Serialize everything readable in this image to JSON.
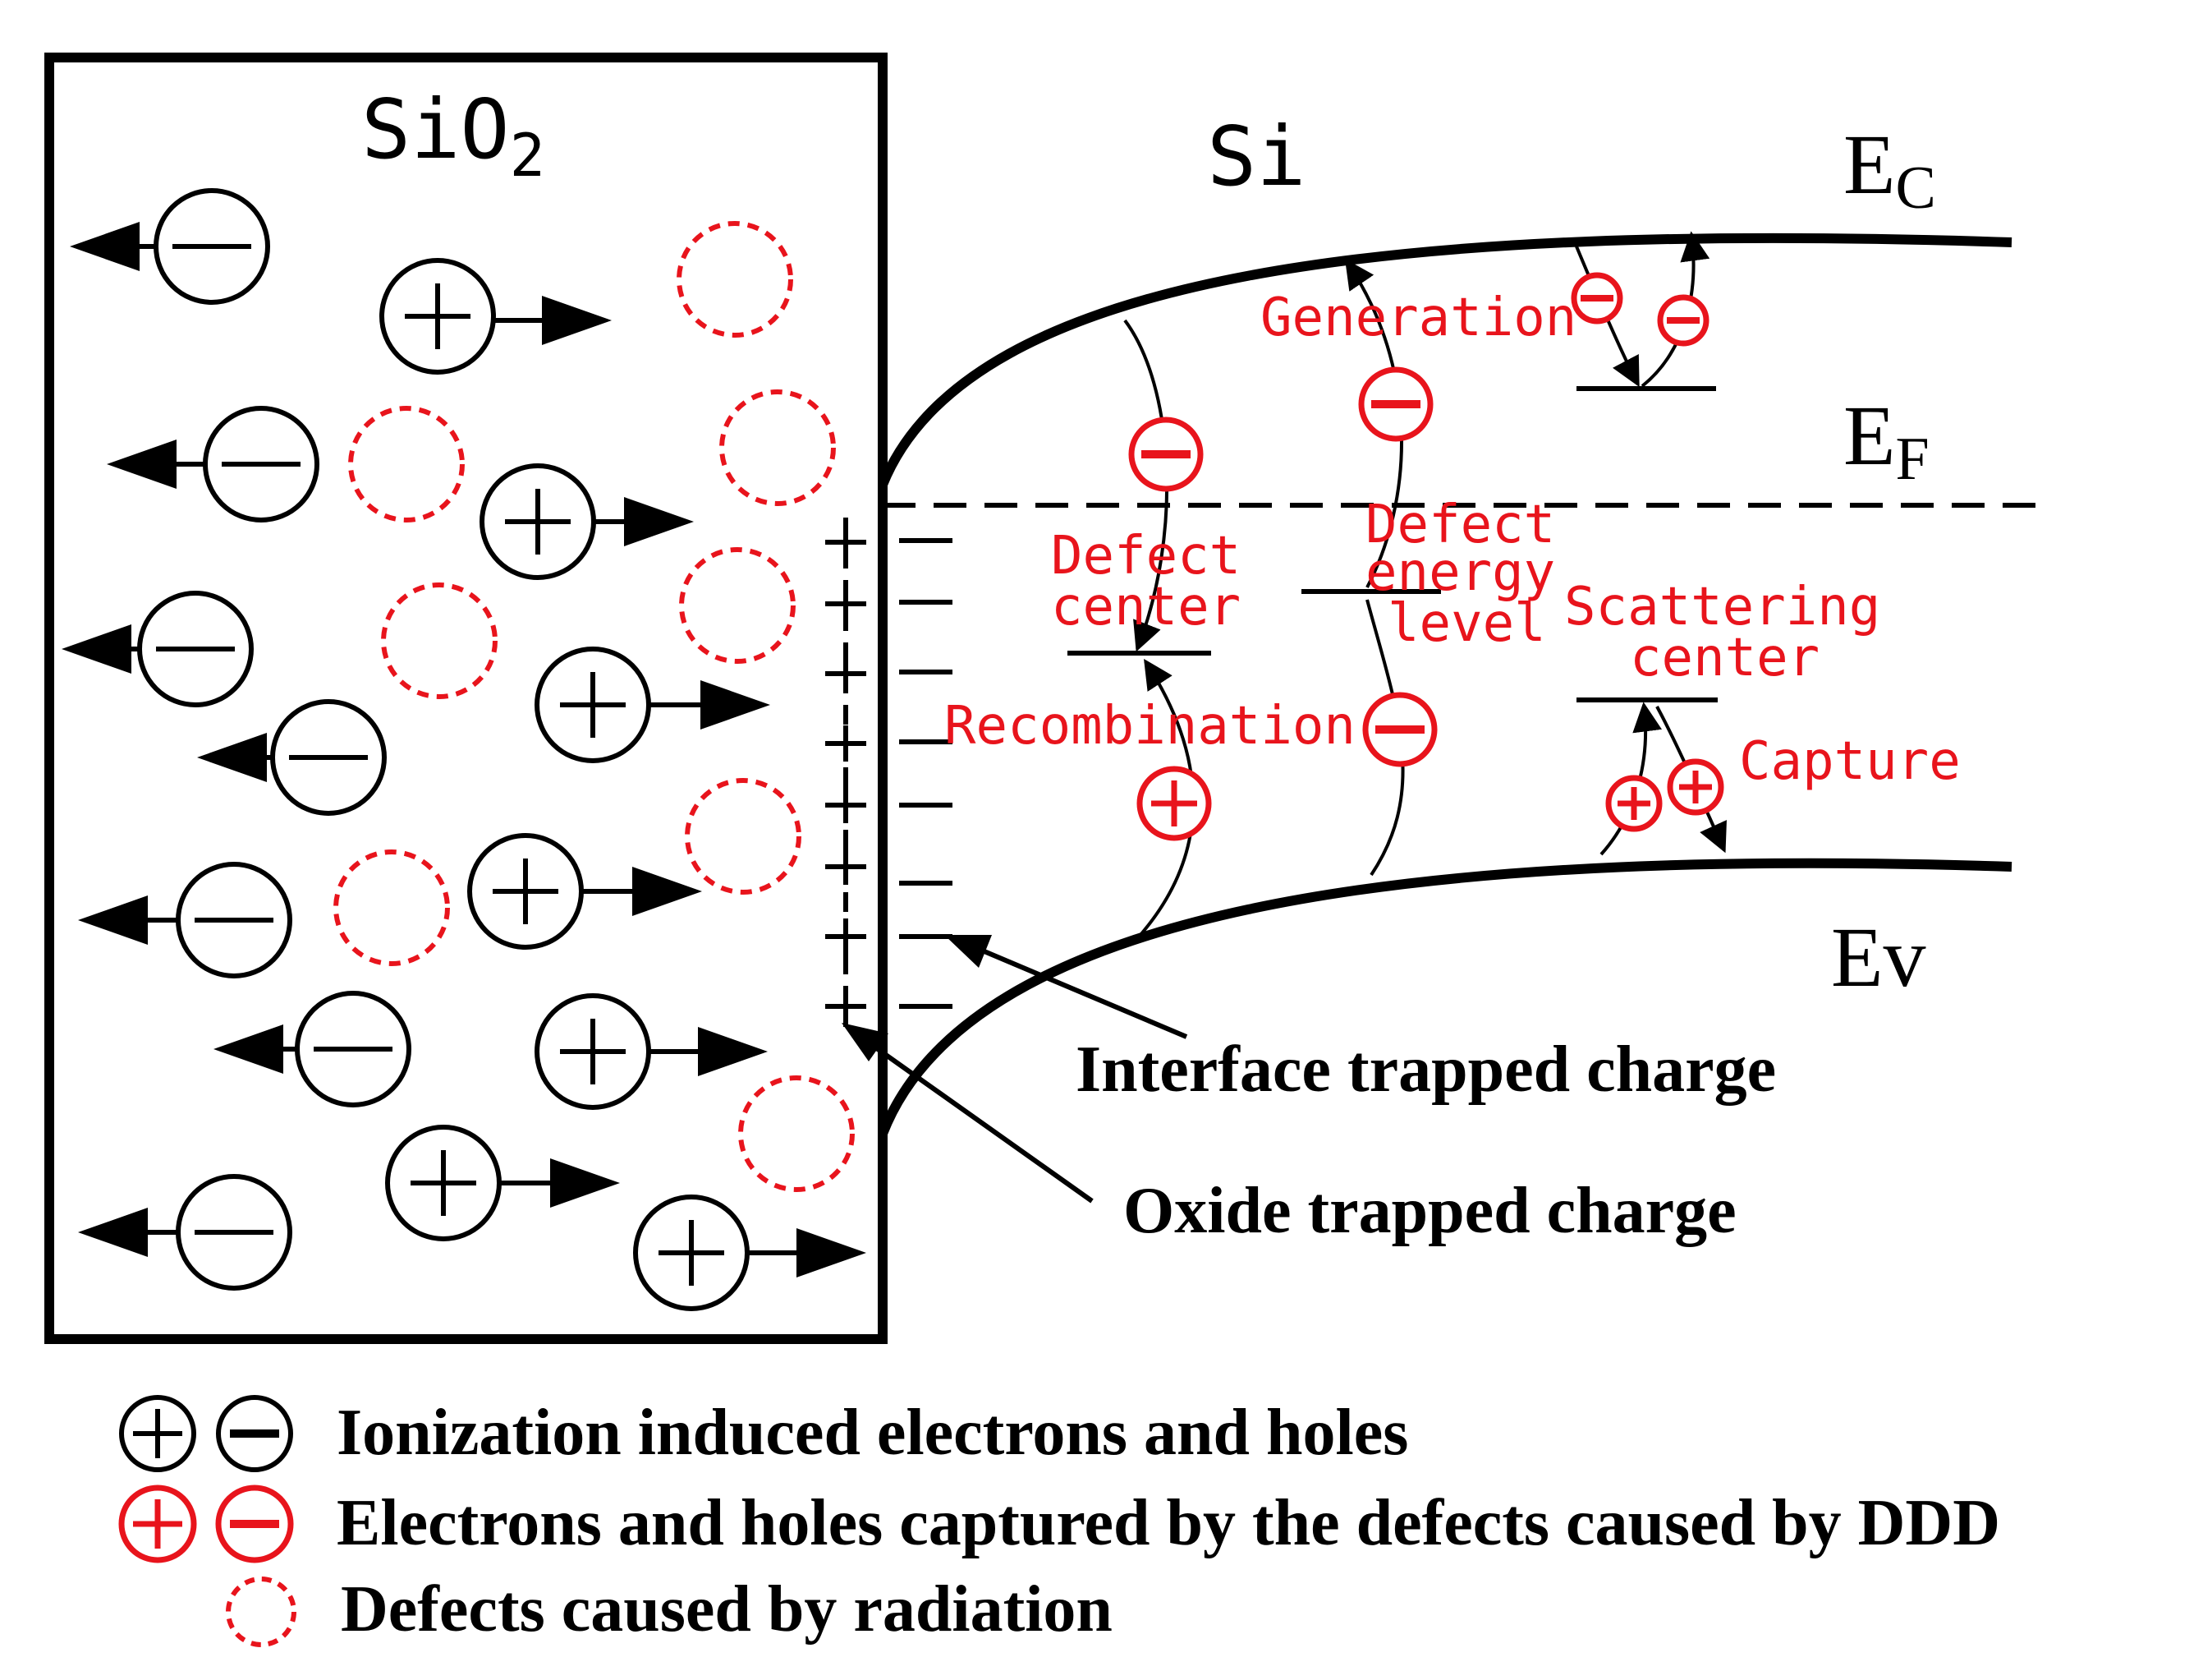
{
  "oxide": {
    "label_main": "SiO",
    "label_sub": "2"
  },
  "silicon": {
    "label": "Si"
  },
  "bands": {
    "ec_main": "E",
    "ec_sub": "C",
    "ef_main": "E",
    "ef_sub": "F",
    "ev": "Ev"
  },
  "processes": {
    "generation": "Generation",
    "defect_center_1": "Defect",
    "defect_center_2": "center",
    "defect_energy_1": "Defect",
    "defect_energy_2": "energy",
    "defect_energy_3": "level",
    "scattering_1": "Scattering",
    "scattering_2": "center",
    "recombination": "Recombination",
    "capture": "Capture"
  },
  "callouts": {
    "interface": "Interface trapped charge",
    "oxide": "Oxide trapped charge"
  },
  "legend": {
    "ionization": "Ionization induced electrons and holes",
    "captured": "Electrons and holes captured by the defects caused by DDD",
    "defects": "Defects caused by radiation"
  },
  "colors": {
    "black": "#000000",
    "red": "#e8141c"
  }
}
